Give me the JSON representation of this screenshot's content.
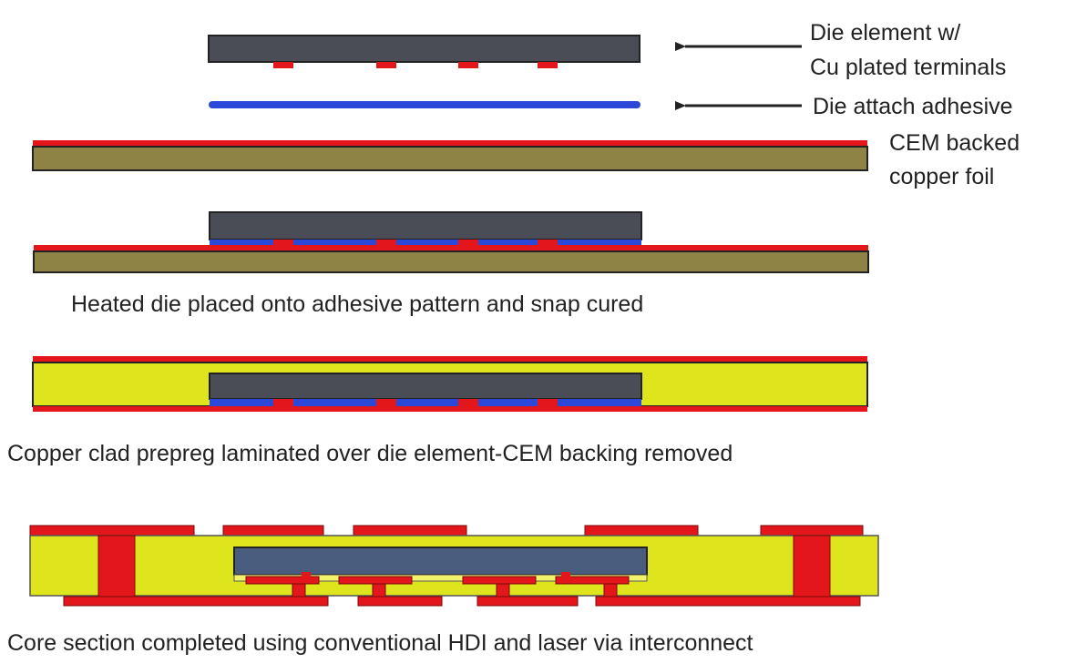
{
  "labels": {
    "die_element_line1": "Die element w/",
    "die_element_line2": "Cu plated terminals",
    "die_attach": "Die attach adhesive",
    "cem_line1": "CEM backed",
    "cem_line2": "copper foil"
  },
  "captions": {
    "step1": "Heated die placed onto adhesive pattern and snap cured",
    "step2": "Copper clad prepreg laminated over die element-CEM backing removed",
    "step3": "Core section completed using conventional HDI and laser via interconnect"
  },
  "colors": {
    "die": "#4a4d55",
    "die_bottom_layer": "#4b5d7e",
    "copper": "#e3161b",
    "adhesive": "#2b48d8",
    "cem_backing": "#8e8244",
    "prepreg": "#dfe51d",
    "outline": "#222222"
  }
}
